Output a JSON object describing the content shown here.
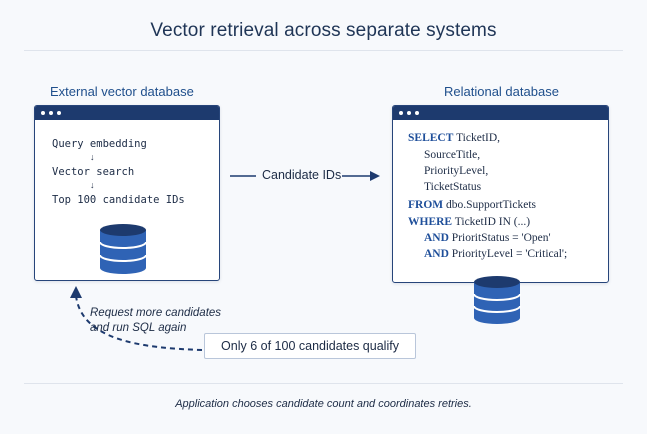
{
  "title": "Vector retrieval across separate systems",
  "left_panel": {
    "label": "External vector database",
    "steps": [
      "Query embedding",
      "Vector search",
      "Top 100 candidate IDs"
    ],
    "step_arrow": "↓",
    "icon": "database-icon"
  },
  "connector": {
    "label": "Candidate IDs"
  },
  "right_panel": {
    "label": "Relational database",
    "sql_lines": [
      {
        "keyword": "SELECT",
        "text": "TicketID,"
      },
      {
        "keyword": "",
        "text": "SourceTitle,"
      },
      {
        "keyword": "",
        "text": "PriorityLevel,"
      },
      {
        "keyword": "",
        "text": "TicketStatus"
      },
      {
        "keyword": "FROM",
        "text": "dbo.SupportTickets"
      },
      {
        "keyword": "WHERE",
        "text": "TicketID IN (...)"
      },
      {
        "keyword": "AND",
        "text": "PrioritStatus = 'Open'"
      },
      {
        "keyword": "AND",
        "text": "PriorityLevel = 'Critical';"
      }
    ],
    "icon": "database-icon"
  },
  "retry": {
    "label_line1": "Request more candidates",
    "label_line2": "and run SQL again"
  },
  "callout": "Only 6 of 100 candidates qualify",
  "footer_note": "Application chooses candidate count and coordinates retries.",
  "colors": {
    "accent": "#1d3a6e",
    "database_blue": "#2f63b5",
    "database_dark": "#1d3a6e"
  }
}
